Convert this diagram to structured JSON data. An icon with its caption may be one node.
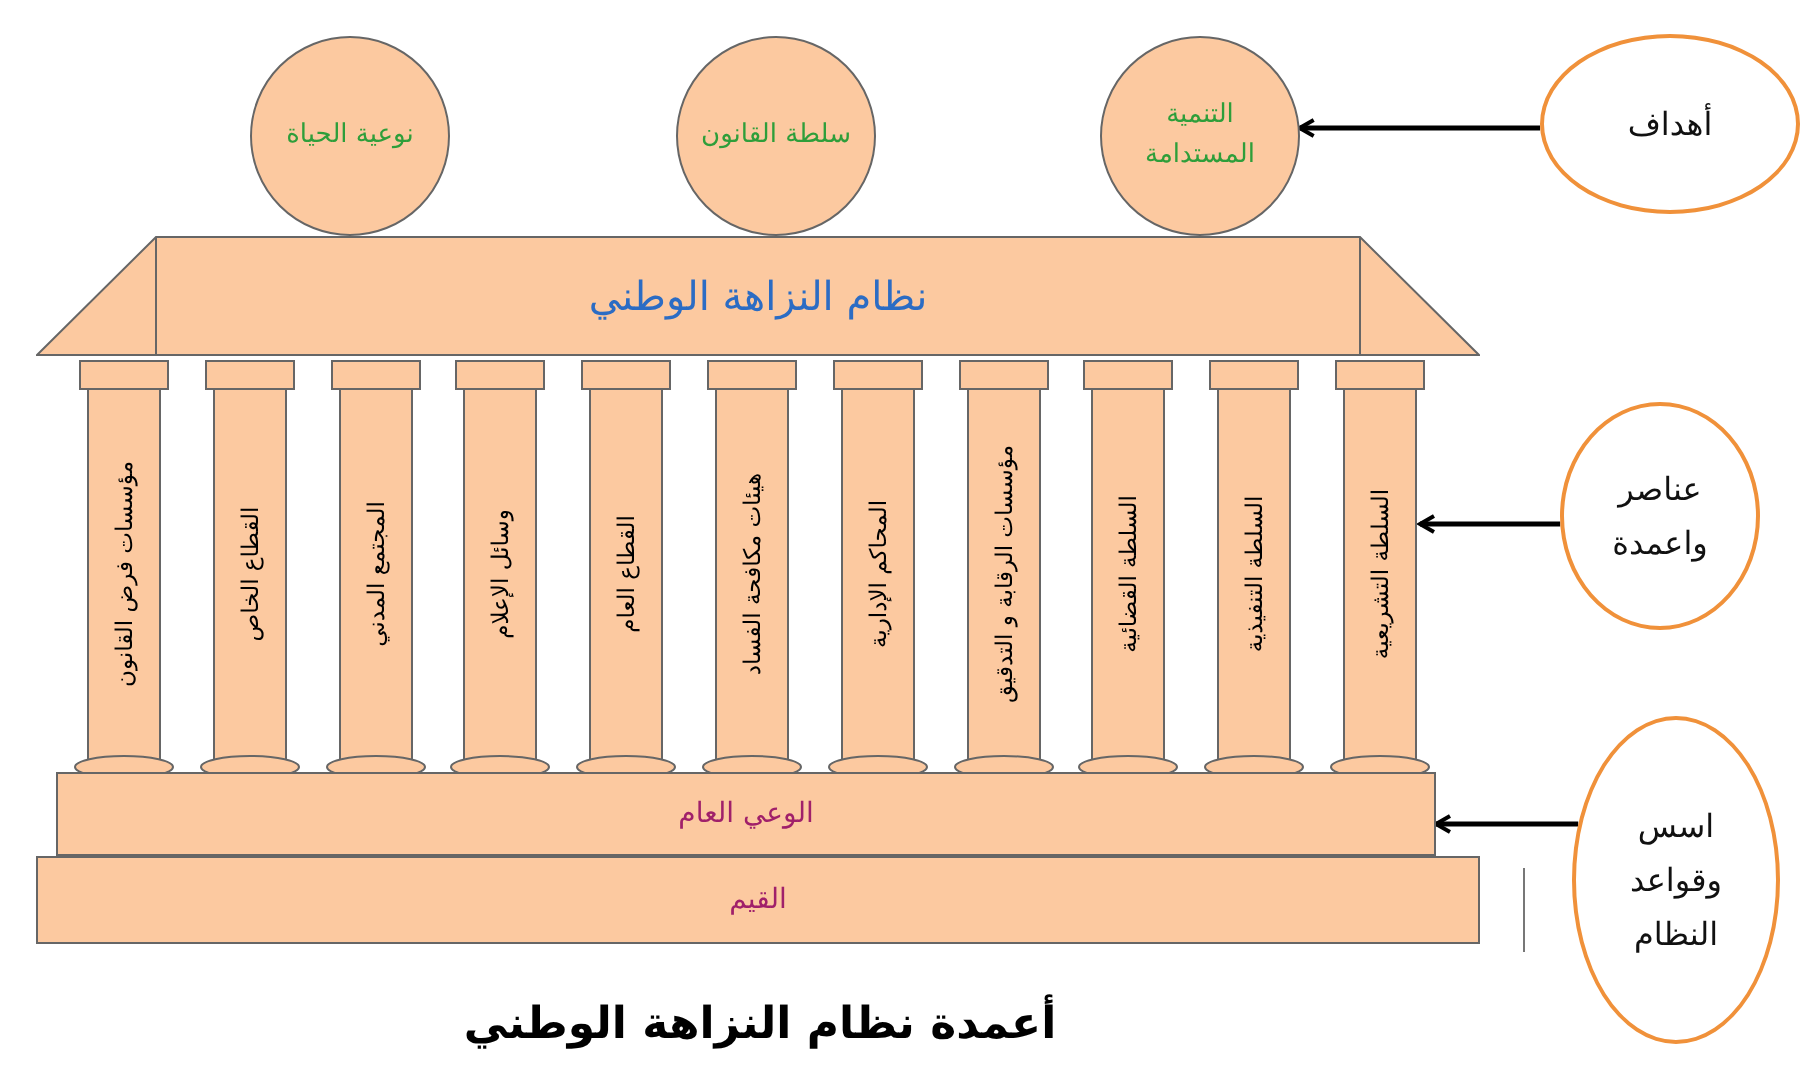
{
  "diagram": {
    "title": "أعمدة نظام النزاهة الوطني",
    "nodes": [
      {
        "text": [
          "التنمية المستدامة"
        ]
      },
      {
        "text": [
          "سلطة القانون"
        ]
      },
      {
        "text": [
          "نوعية الحياة"
        ]
      },
      {
        "text": [
          "نظام النزاهة الوطني"
        ]
      },
      {
        "text": [
          "السلطة التشريعية"
        ]
      },
      {
        "text": [
          "السلطة التنفيذية"
        ]
      },
      {
        "text": [
          "السلطة القضائية"
        ]
      },
      {
        "text": [
          "مؤسسات الرقابة و التدقيق"
        ]
      },
      {
        "text": [
          "المحاكم الإدارية"
        ]
      },
      {
        "text": [
          "هيئات مكافحة الفساد"
        ]
      },
      {
        "text": [
          "القطاع العام"
        ]
      },
      {
        "text": [
          "وسائل الإعلام"
        ]
      },
      {
        "text": [
          "المجتمع المدني"
        ]
      },
      {
        "text": [
          "القطاع الخاص"
        ]
      },
      {
        "text": [
          "مؤسسات فرض القانون"
        ]
      },
      {
        "text": [
          "الوعي العام"
        ]
      },
      {
        "text": [
          "القيم"
        ]
      },
      {
        "text": [
          "أهداف"
        ]
      },
      {
        "text": [
          "عناصر واعمدة"
        ]
      },
      {
        "text": [
          "اسس وقواعد النظام"
        ]
      }
    ],
    "edges": [
      {
        "from": 17,
        "to": 0,
        "arrow": "to"
      },
      {
        "from": 18,
        "to": 4,
        "arrow": "to"
      },
      {
        "from": 19,
        "to": 15,
        "arrow": "to"
      }
    ]
  }
}
